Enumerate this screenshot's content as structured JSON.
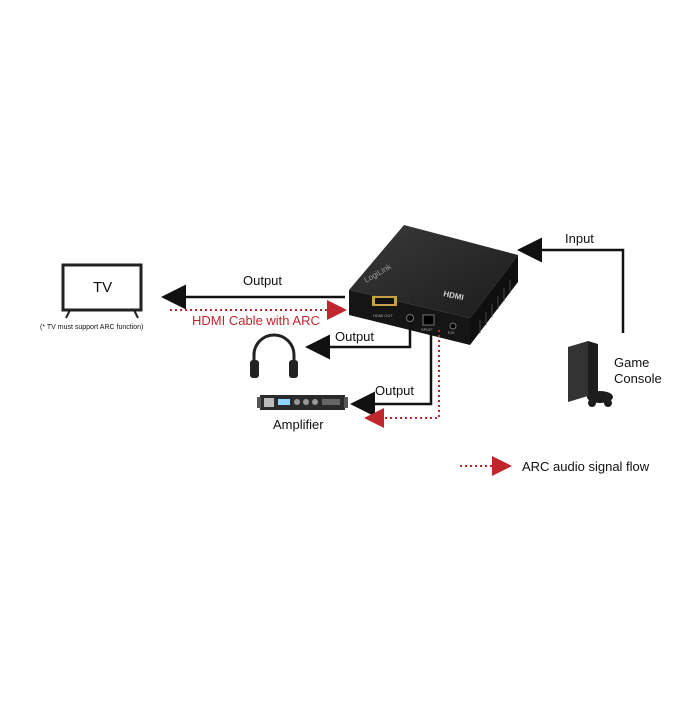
{
  "tv": {
    "label": "TV",
    "note": "(* TV must support ARC function)"
  },
  "device": {
    "brand": "LogiLink",
    "hdmi_mark": "HDMI",
    "port_hdmi_out": "HDMI OUT",
    "port_spdif": "SPDIF",
    "port_ir": "EXI"
  },
  "flows": {
    "tv_output": "Output",
    "hdmi_arc": "HDMI Cable with ARC",
    "headphone_output": "Output",
    "amp_output": "Output",
    "input": "Input"
  },
  "sources": {
    "console_line1": "Game",
    "console_line2": "Console"
  },
  "sinks": {
    "amplifier": "Amplifier"
  },
  "legend": {
    "arc_label": "ARC audio signal flow"
  },
  "colors": {
    "signal": "#111111",
    "arc": "#c0262e",
    "device": "#1c1c1c"
  }
}
